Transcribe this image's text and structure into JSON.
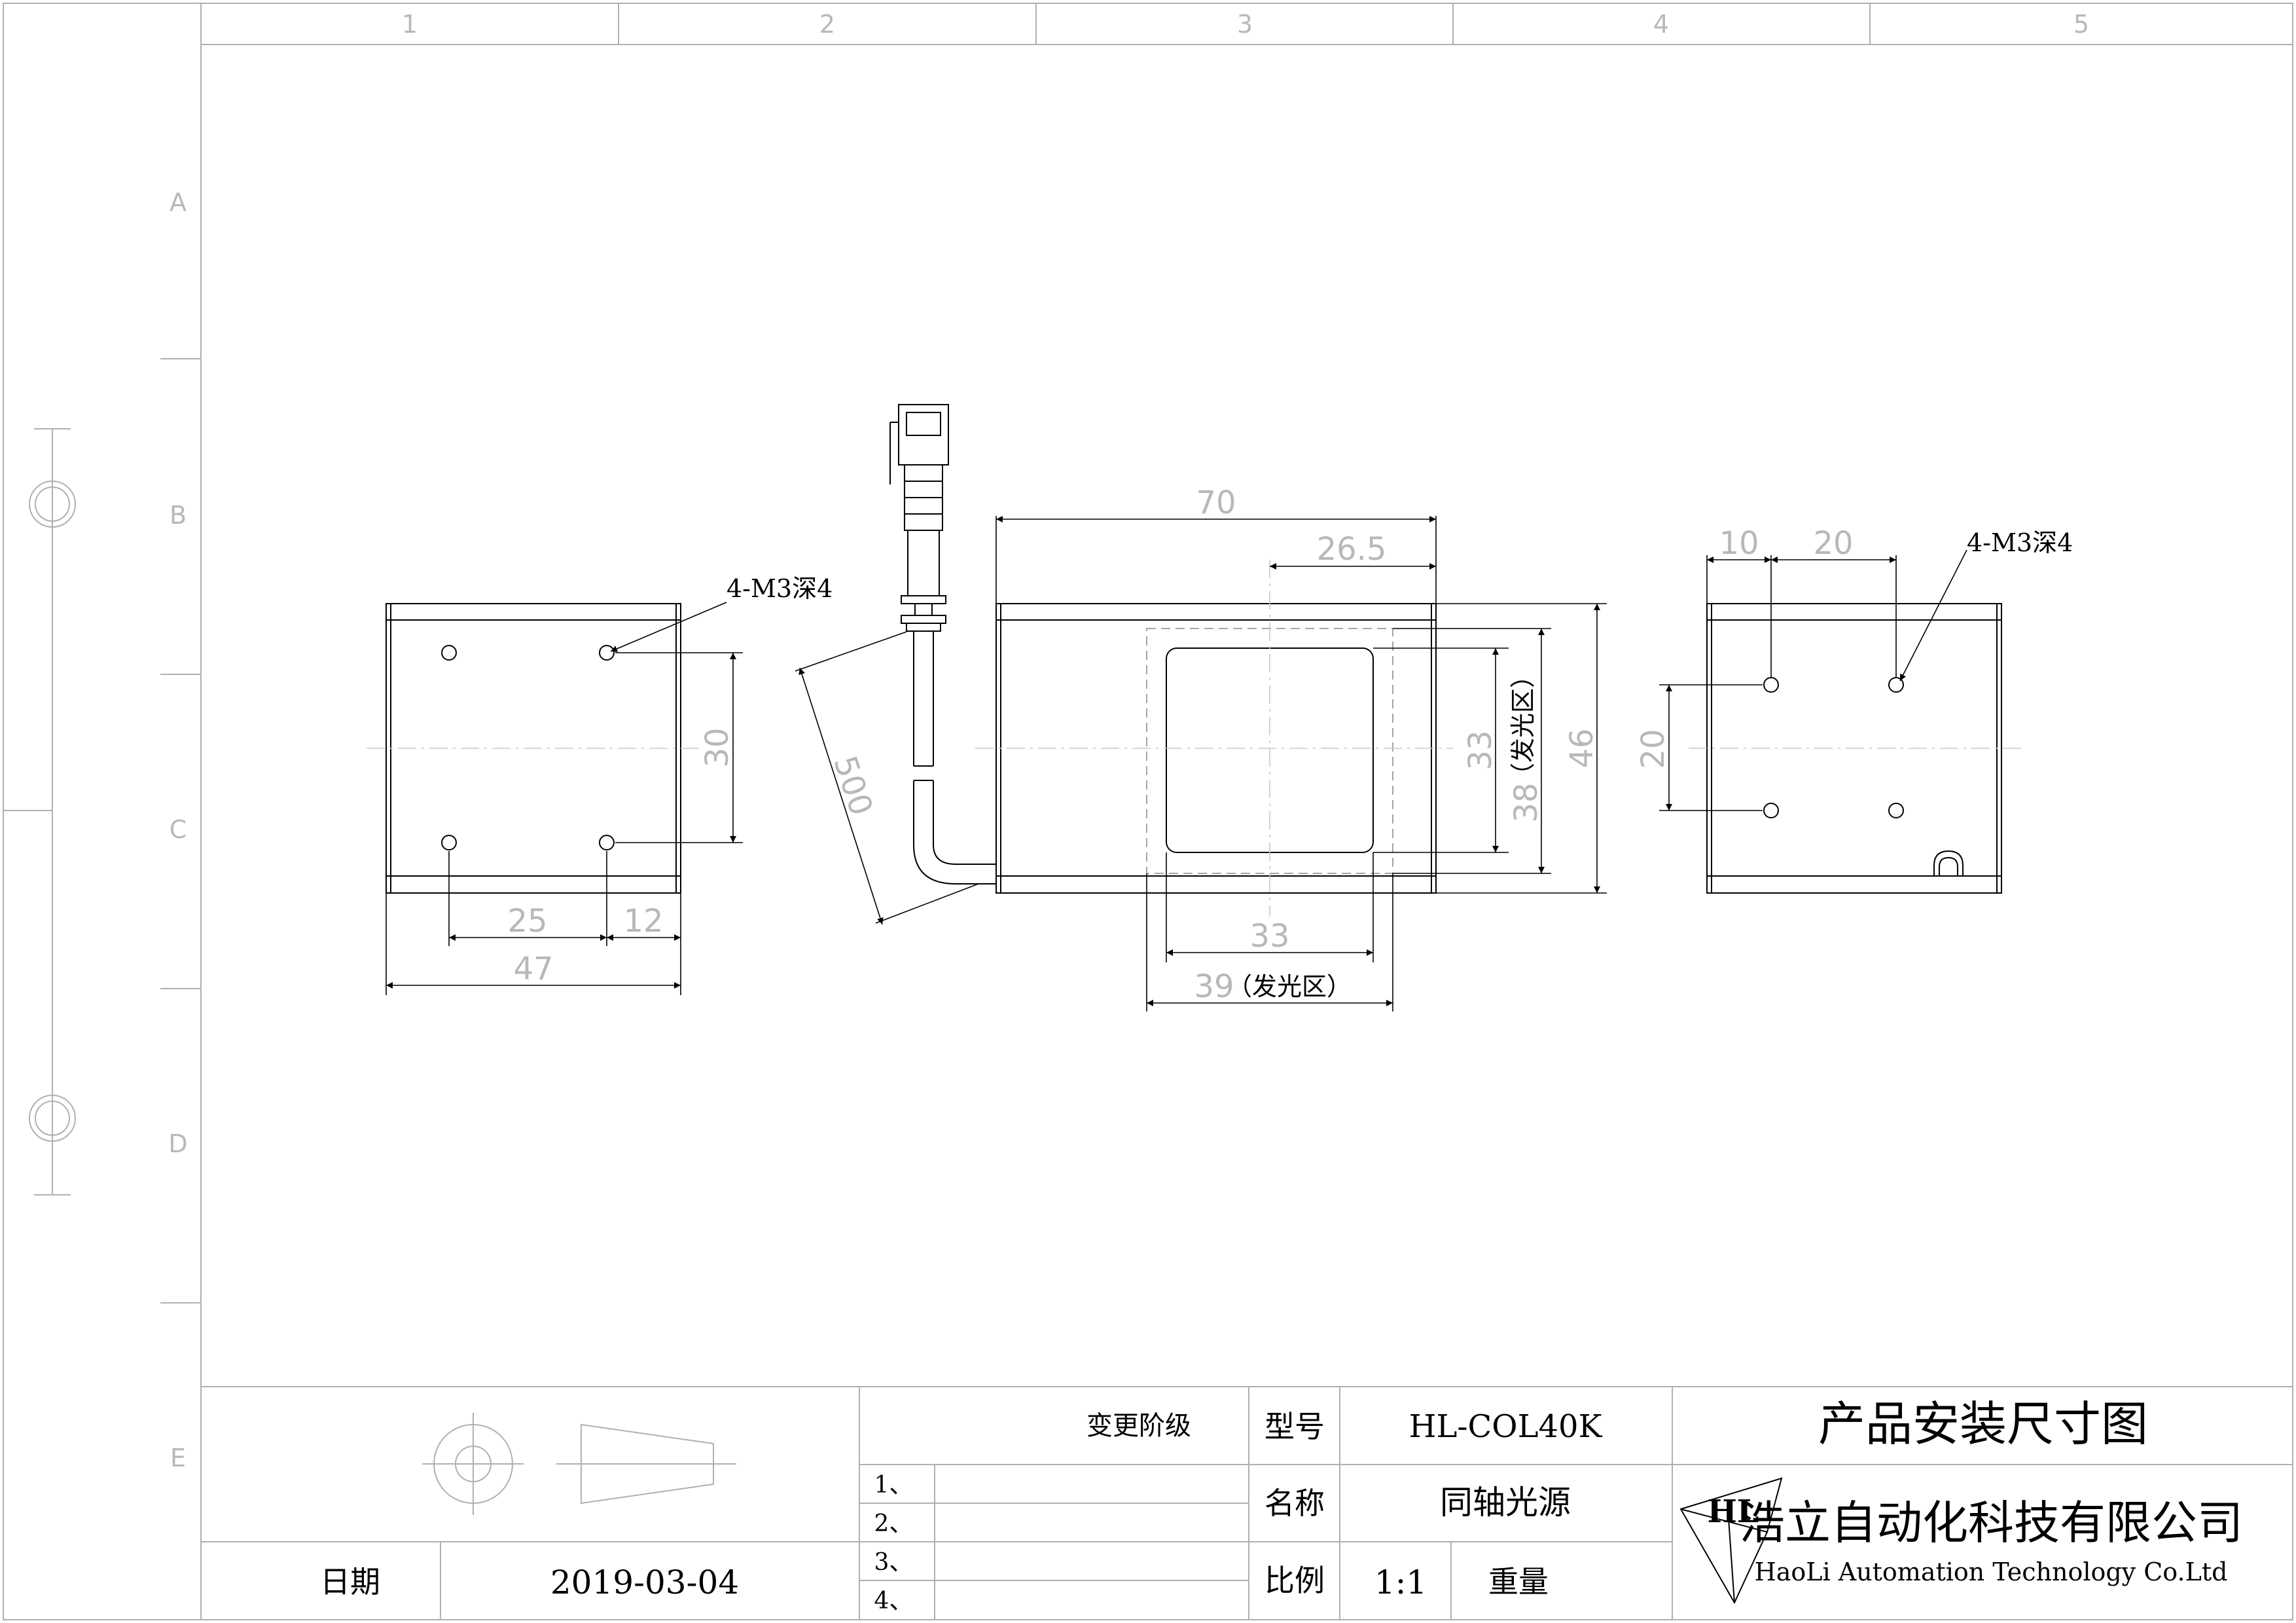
{
  "grid": {
    "columns": [
      "1",
      "2",
      "3",
      "4",
      "5"
    ],
    "rows": [
      "A",
      "B",
      "C",
      "D",
      "E"
    ]
  },
  "views": {
    "left": {
      "hole_note": "4-M3深4",
      "dims": {
        "height": "30",
        "spacing_x": "25",
        "edge": "12",
        "width": "47"
      }
    },
    "front": {
      "dims": {
        "length": "70",
        "offset": "26.5",
        "cable": "500",
        "emit_h_inner": "33",
        "emit_h_outer": "38",
        "emit_label_v": "（发光区）",
        "height": "46",
        "emit_w_inner": "33",
        "emit_w_outer": "39",
        "emit_label_h": "（发光区）"
      }
    },
    "right": {
      "hole_note": "4-M3深4",
      "dims": {
        "edge": "10",
        "spacing_x": "20",
        "spacing_y": "20"
      }
    }
  },
  "title_block": {
    "change_level_label": "变更阶级",
    "change_rows": [
      "1、",
      "2、",
      "3、",
      "4、"
    ],
    "date_label": "日期",
    "date_value": "2019-03-04",
    "model_label": "型号",
    "model_value": "HL-COL40K",
    "name_label": "名称",
    "name_value": "同轴光源",
    "scale_label": "比例",
    "scale_value": "1:1",
    "weight_label": "重量",
    "weight_value": "",
    "drawing_title": "产品安装尺寸图",
    "company_cn": "浩立自动化科技有限公司",
    "company_en": "HaoLi Automation Technology Co.Ltd",
    "logo_text": "HL"
  }
}
